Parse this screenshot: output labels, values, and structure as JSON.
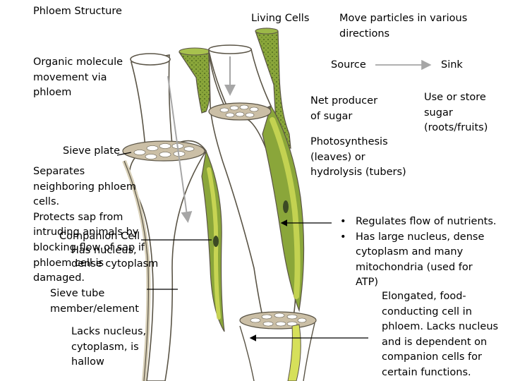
{
  "title": "Phloem Structure",
  "labels": {
    "organic_movement": "Organic molecule\nmovement via\nphloem",
    "sieve_plate": "Sieve plate",
    "separates": "Separates\nneighboring phloem\ncells.\nProtects sap from\nintruding animals by\nblocking flow of sap if\nphloem cell is\ndamaged.",
    "companion_cell": "Companion Cell",
    "has_nucleus": "Has nucleus,\ndense cytoplasm",
    "sieve_tube": "Sieve tube\nmember/element",
    "lacks_nucleus": "Lacks nucleus,\ncytoplasm, is\nhallow",
    "living_cells": "Living Cells",
    "move_particles": "Move particles in various\ndirections",
    "source": "Source",
    "sink": "Sink",
    "net_producer": "Net producer\nof sugar",
    "use_or_store": "Use or store\nsugar\n(roots/fruits)",
    "photosynthesis": "Photosynthesis\n(leaves) or\nhydrolysis (tubers)",
    "elongated": "Elongated, food-\nconducting cell in\nphloem. Lacks nucleus\nand is dependent on\ncompanion cells for\ncertain functions."
  },
  "bullets": [
    "Regulates flow of nutrients.",
    "Has large nucleus, dense\ncytoplasm and many\nmitochondria (used for\nATP)"
  ],
  "colors": {
    "cell_wall": "#d8d0b8",
    "wall_outline": "#5a5446",
    "companion_green": "#8aa63a",
    "companion_light": "#d6e05a",
    "nucleus": "#3c4a24",
    "plate_fill": "#cbbfa6",
    "arrow_gray": "#a6a6a6"
  }
}
